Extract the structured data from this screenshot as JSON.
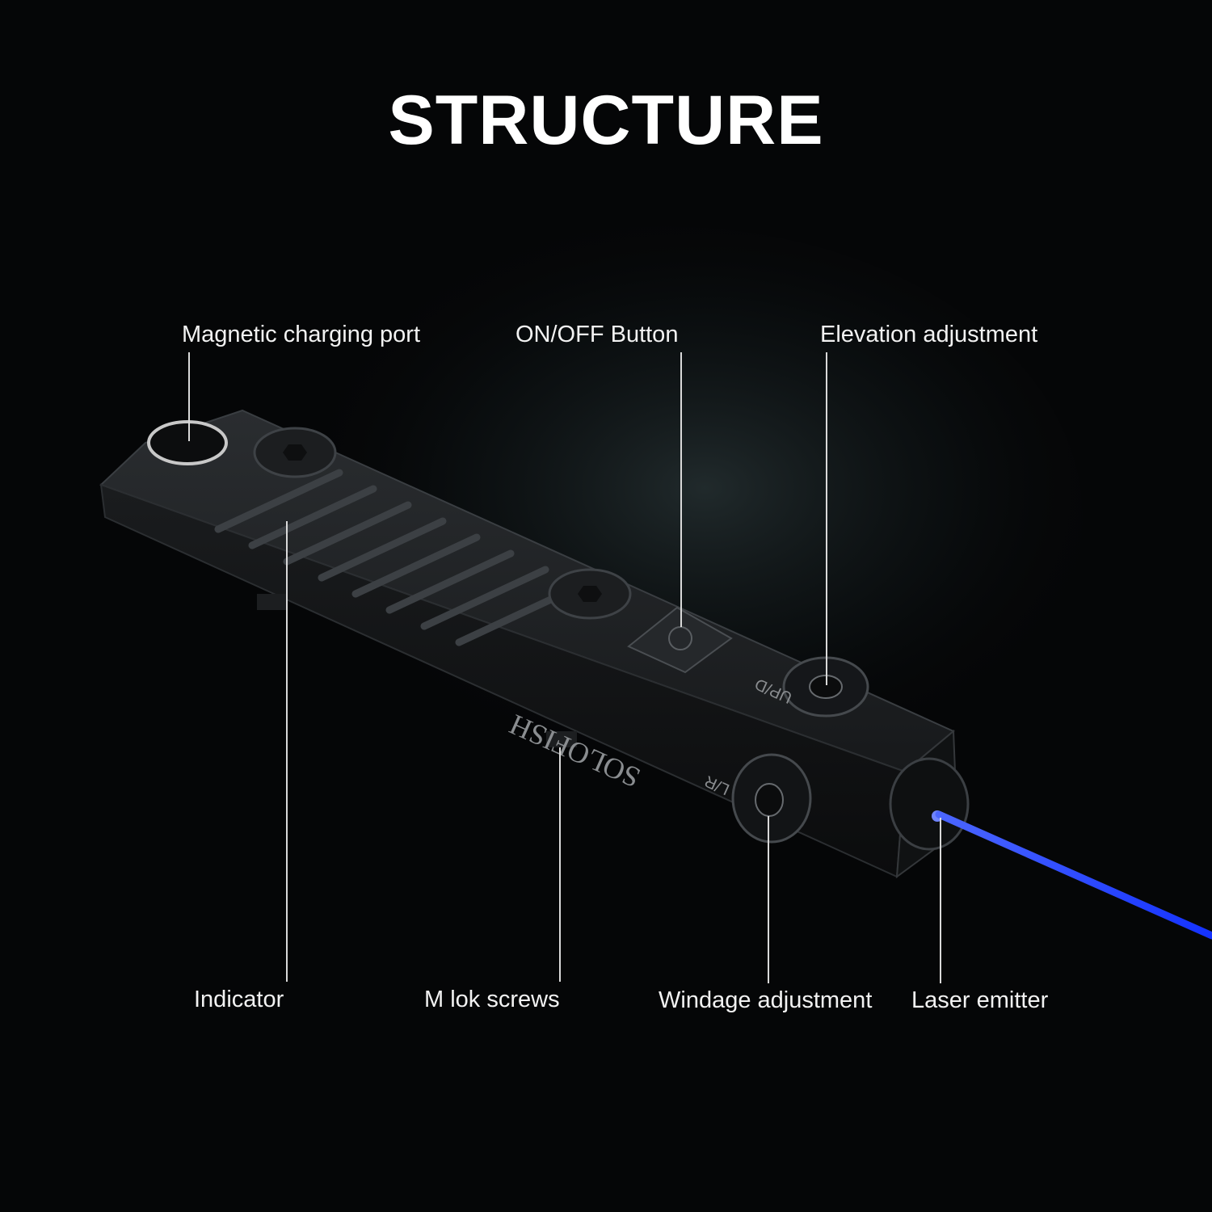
{
  "title": "STRUCTURE",
  "brand": "SOLOFISH",
  "engravings": {
    "elevation": "UP/D",
    "windage": "L/R"
  },
  "labels": {
    "magnetic_charging_port": "Magnetic charging port",
    "on_off_button": "ON/OFF Button",
    "elevation_adjustment": "Elevation adjustment",
    "indicator": "Indicator",
    "mlok_screws": "M lok screws",
    "windage_adjustment": "Windage adjustment",
    "laser_emitter": "Laser emitter"
  },
  "colors": {
    "background": "#050607",
    "laser": "#1f3dff",
    "body": "#151719",
    "text": "#f2f2f2"
  }
}
